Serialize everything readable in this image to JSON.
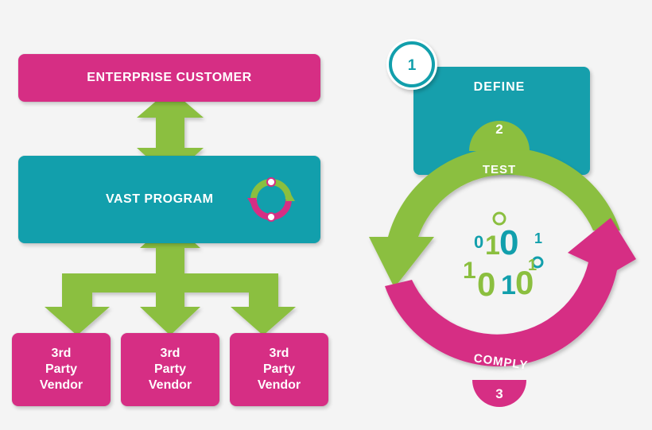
{
  "left": {
    "top_box": "ENTERPRISE CUSTOMER",
    "middle_box": "VAST PROGRAM",
    "vendors": [
      {
        "line1": "3rd",
        "line2": "Party",
        "line3": "Vendor"
      },
      {
        "line1": "3rd",
        "line2": "Party",
        "line3": "Vendor"
      },
      {
        "line1": "3rd",
        "line2": "Party",
        "line3": "Vendor"
      }
    ]
  },
  "right": {
    "step1_num": "1",
    "step1_label": "DEFINE",
    "step2_num": "2",
    "step2_label": "TEST",
    "step3_num": "3",
    "step3_label": "COMPLY",
    "binary_digits": [
      "0",
      "1",
      "0",
      "1",
      "1",
      "0",
      "1",
      "0",
      "1"
    ]
  },
  "colors": {
    "pink": "#d62e84",
    "teal": "#129fac",
    "green": "#8bbf3f",
    "background": "#f4f4f4"
  }
}
